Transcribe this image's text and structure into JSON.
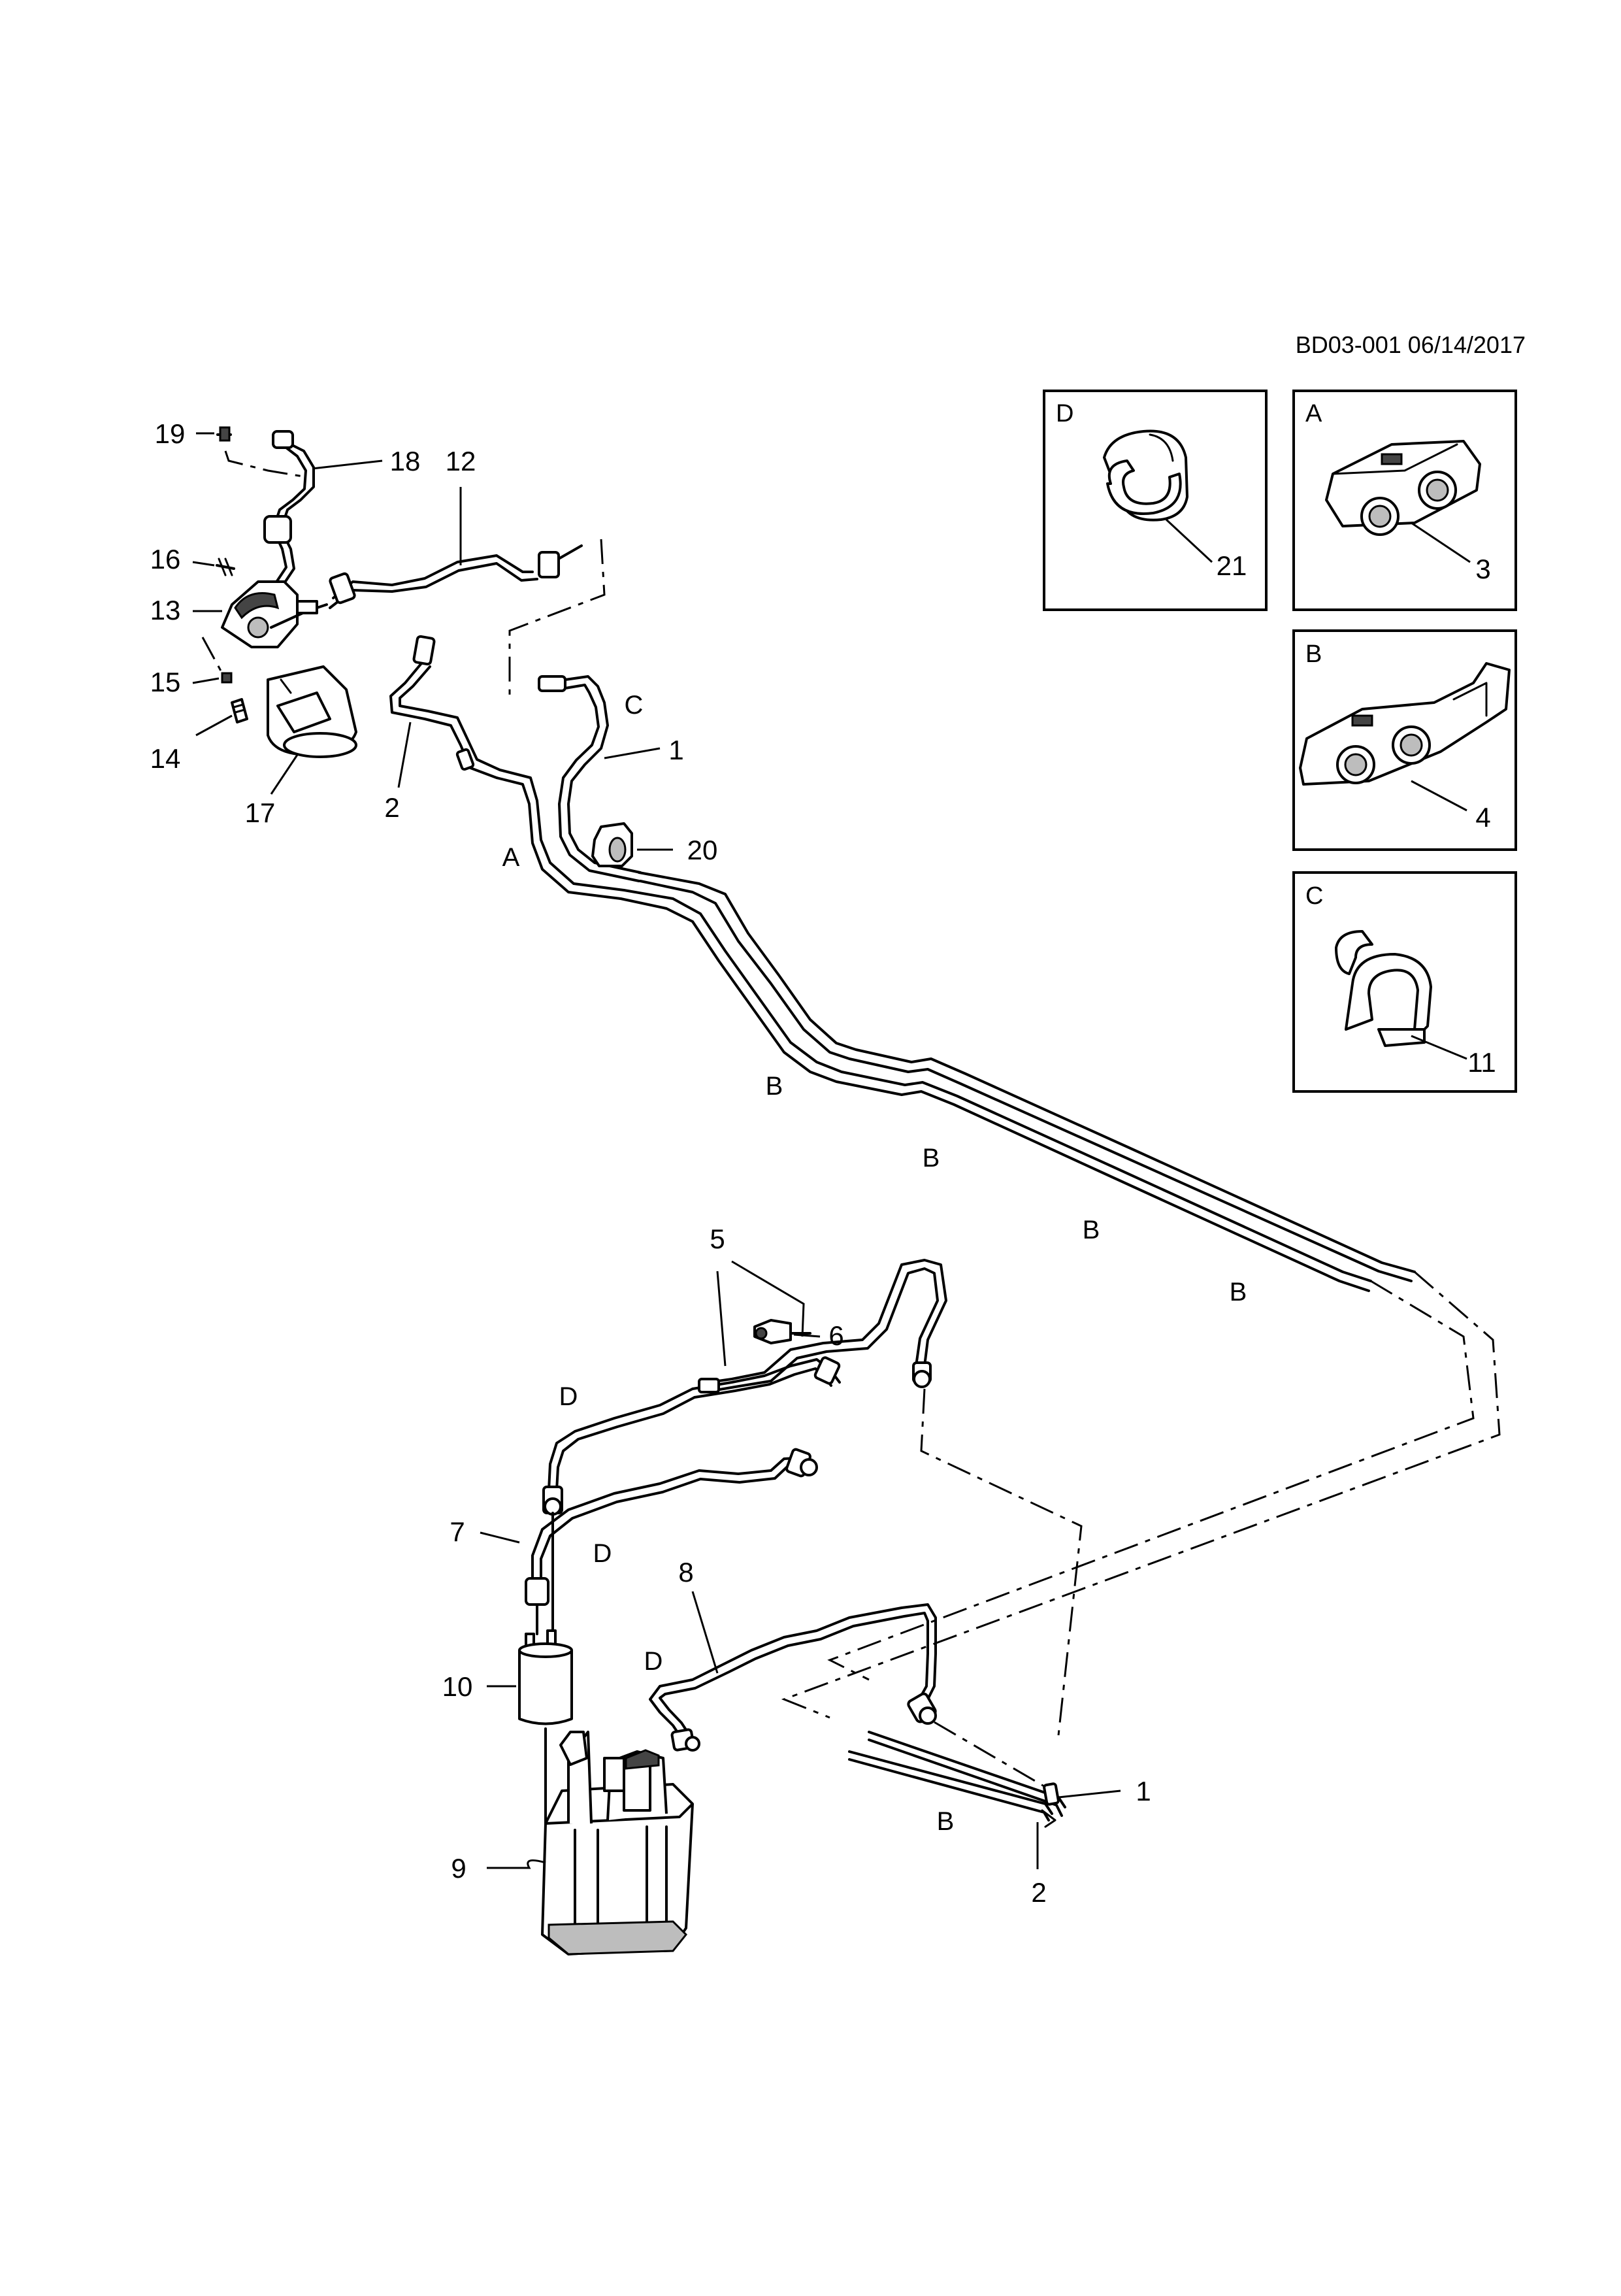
{
  "diagram_id": "BD03-001 06/14/2017",
  "callouts": {
    "n1": "1",
    "n1b": "1",
    "n2": "2",
    "n2b": "2",
    "n3": "3",
    "n4": "4",
    "n5": "5",
    "n6": "6",
    "n7": "7",
    "n8": "8",
    "n9": "9",
    "n10": "10",
    "n11": "11",
    "n12": "12",
    "n13": "13",
    "n14": "14",
    "n15": "15",
    "n16": "16",
    "n17": "17",
    "n18": "18",
    "n19": "19",
    "n20": "20",
    "n21": "21"
  },
  "clip_refs": {
    "a1": "A",
    "b1": "B",
    "b2": "B",
    "b3": "B",
    "b4": "B",
    "b5": "B",
    "c1": "C",
    "d1": "D",
    "d2": "D",
    "d3": "D"
  },
  "detail_boxes": {
    "d_title": "D",
    "a_title": "A",
    "b_title": "B",
    "c_title": "C"
  }
}
